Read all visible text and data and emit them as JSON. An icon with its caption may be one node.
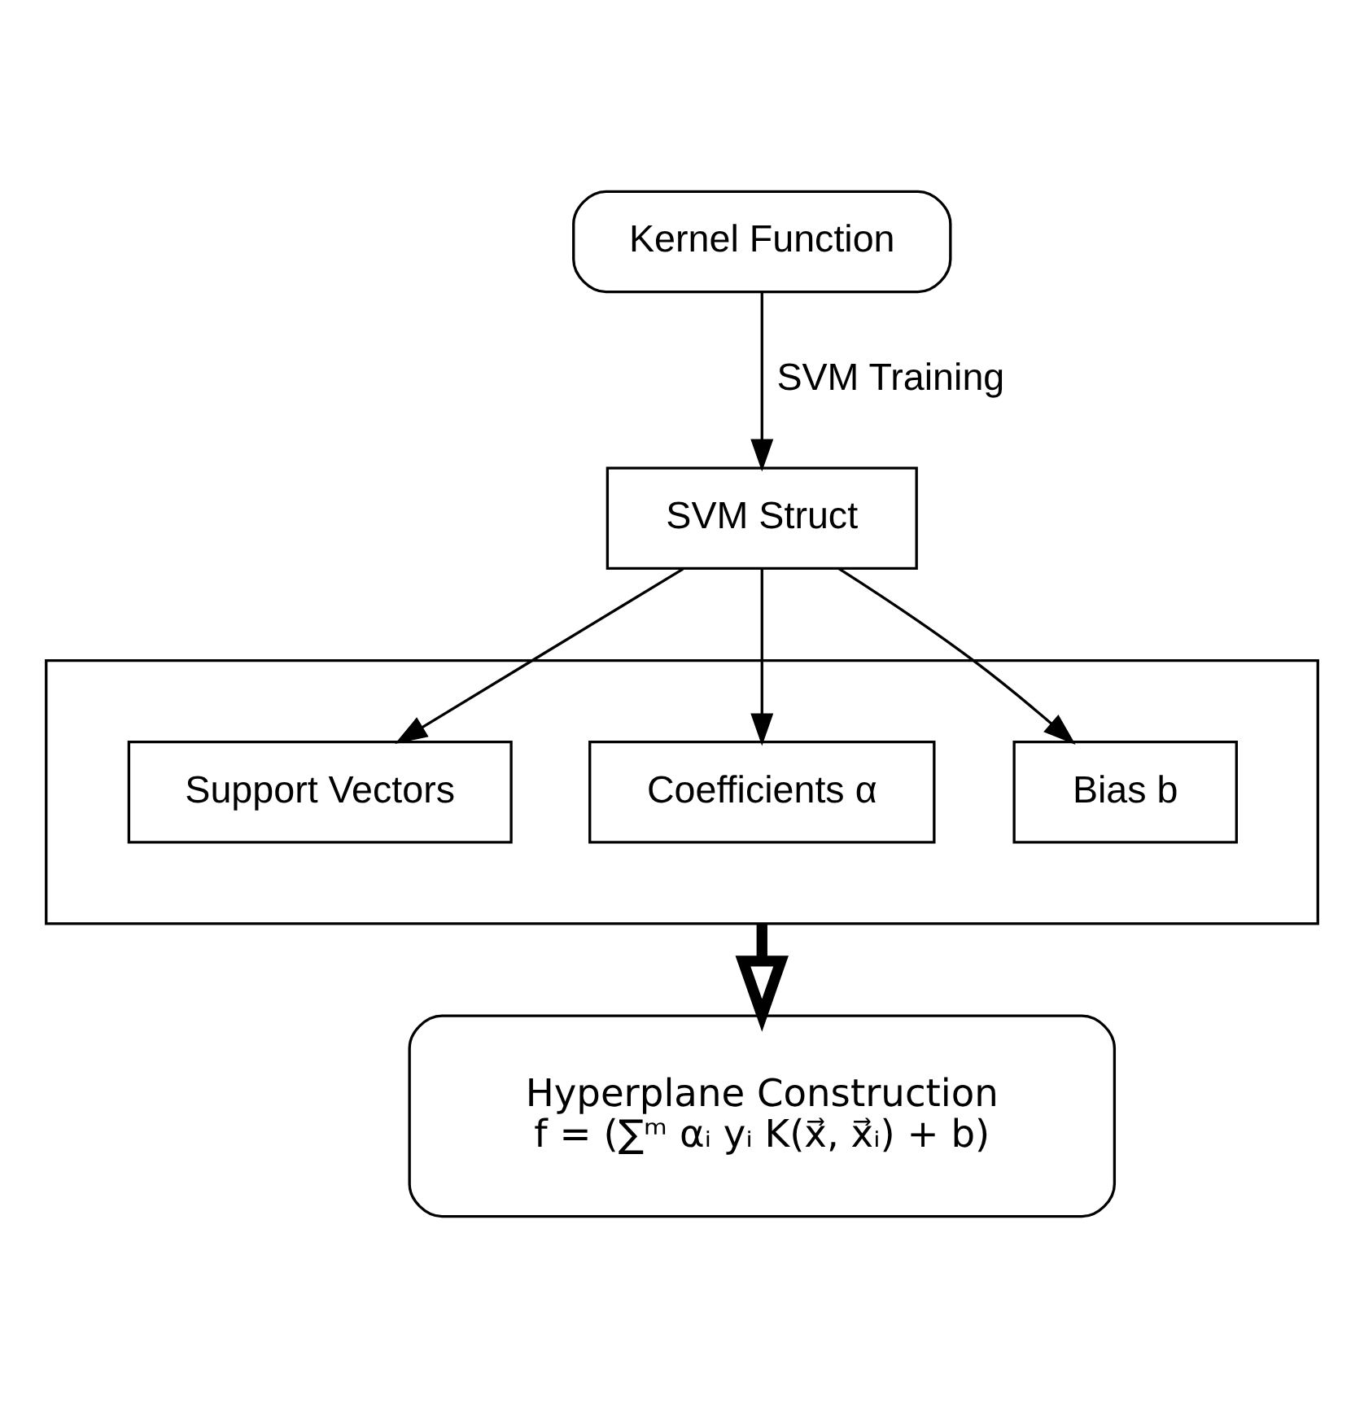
{
  "diagram": {
    "nodes": [
      {
        "text": [
          "Kernel Function"
        ]
      },
      {
        "text": [
          "SVM Struct"
        ]
      },
      {
        "text": [],
        "shape": "box"
      },
      {
        "text": [
          "Support Vectors"
        ],
        "in": 2
      },
      {
        "text": [
          "Coefficients α"
        ],
        "in": 2
      },
      {
        "text": [
          "Bias b"
        ],
        "in": 2
      },
      {
        "text": [
          "Hyperplane Construction",
          "f = (∑ᵐ αᵢ yᵢ K(x⃗, x⃗ᵢ) + b)"
        ]
      }
    ],
    "edges": [
      {
        "from": 0,
        "to": 1,
        "arrow": "to",
        "label": "SVM Training"
      },
      {
        "from": 1,
        "to": 3,
        "arrow": "to"
      },
      {
        "from": 1,
        "to": 4,
        "arrow": "to"
      },
      {
        "from": 1,
        "to": 5,
        "arrow": "to"
      },
      {
        "from": 2,
        "to": 6,
        "arrow": "to",
        "style": "thick"
      }
    ]
  }
}
